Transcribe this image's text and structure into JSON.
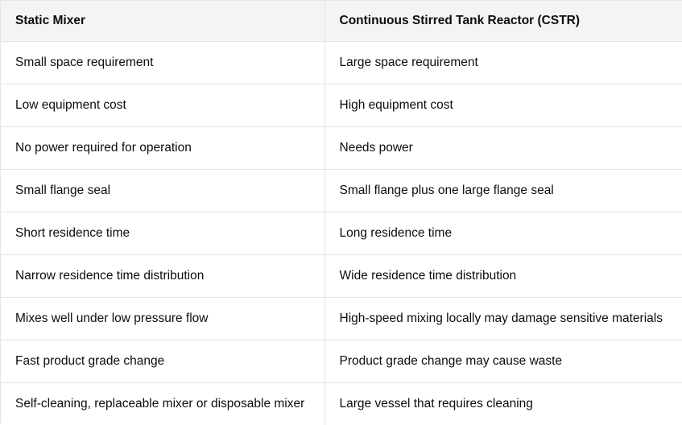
{
  "table": {
    "headers": [
      "Static Mixer",
      "Continuous Stirred Tank Reactor (CSTR)"
    ],
    "rows": [
      [
        "Small space requirement",
        "Large space requirement"
      ],
      [
        "Low equipment cost",
        "High equipment cost"
      ],
      [
        "No power required for operation",
        "Needs power"
      ],
      [
        "Small flange seal",
        "Small flange plus one large flange seal"
      ],
      [
        "Short residence time",
        "Long residence time"
      ],
      [
        "Narrow residence time distribution",
        "Wide residence time distribution"
      ],
      [
        "Mixes well under low pressure flow",
        "High-speed mixing locally may damage sensitive materials"
      ],
      [
        "Fast product grade change",
        "Product grade change may cause waste"
      ],
      [
        "Self-cleaning, replaceable mixer or disposable mixer",
        "Large vessel that requires cleaning"
      ]
    ]
  }
}
